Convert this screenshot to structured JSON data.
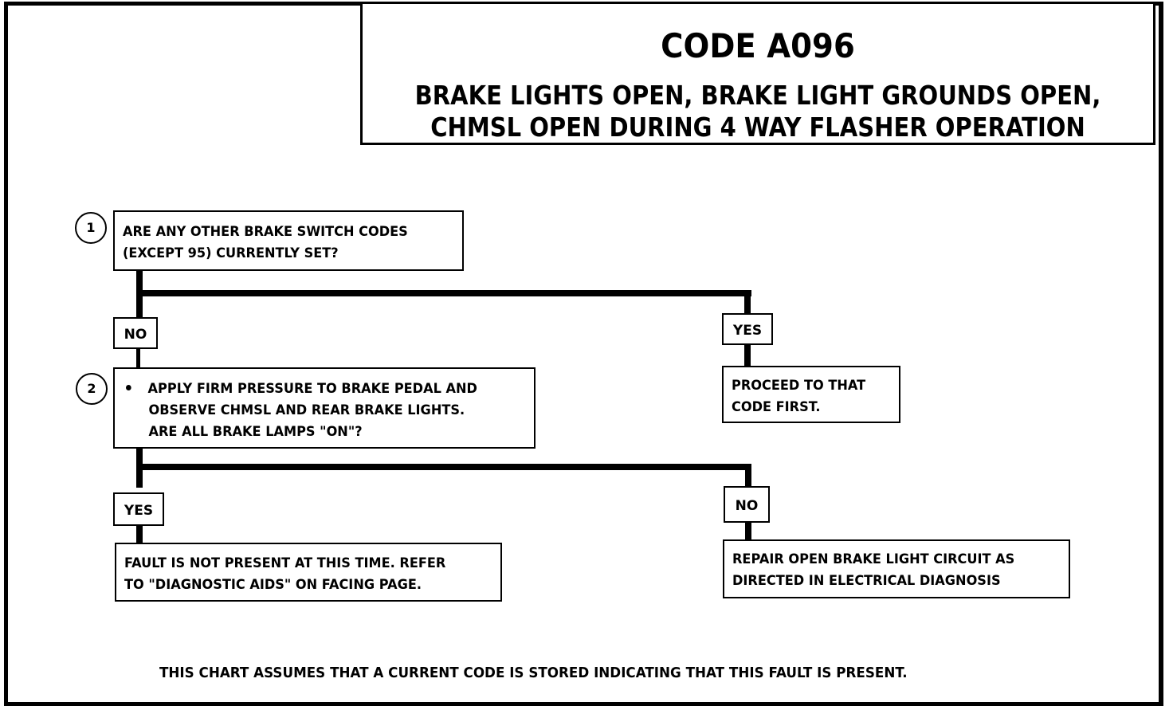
{
  "header": {
    "code": "CODE A096",
    "description_lines": [
      "BRAKE LIGHTS OPEN, BRAKE LIGHT GROUNDS OPEN,",
      "CHMSL OPEN DURING 4 WAY FLASHER OPERATION"
    ]
  },
  "steps": [
    {
      "number": "1",
      "lines": [
        "ARE ANY OTHER BRAKE SWITCH CODES",
        "(EXCEPT 95) CURRENTLY SET?"
      ],
      "branches": {
        "no_label": "NO",
        "yes_label": "YES",
        "yes_result_lines": [
          "PROCEED TO THAT",
          "CODE FIRST."
        ]
      }
    },
    {
      "number": "2",
      "lines": [
        "APPLY FIRM PRESSURE TO BRAKE PEDAL AND",
        "OBSERVE CHMSL AND REAR BRAKE LIGHTS.",
        "ARE ALL BRAKE LAMPS \"ON\"?"
      ],
      "branches": {
        "yes_label": "YES",
        "yes_result_lines": [
          "FAULT IS NOT PRESENT AT THIS TIME.  REFER",
          "TO \"DIAGNOSTIC AIDS\" ON FACING PAGE."
        ],
        "no_label": "NO",
        "no_result_lines": [
          "REPAIR OPEN BRAKE LIGHT CIRCUIT AS",
          "DIRECTED IN ELECTRICAL DIAGNOSIS"
        ]
      }
    }
  ],
  "footer": "THIS CHART ASSUMES THAT A CURRENT CODE IS STORED INDICATING THAT THIS FAULT IS PRESENT."
}
